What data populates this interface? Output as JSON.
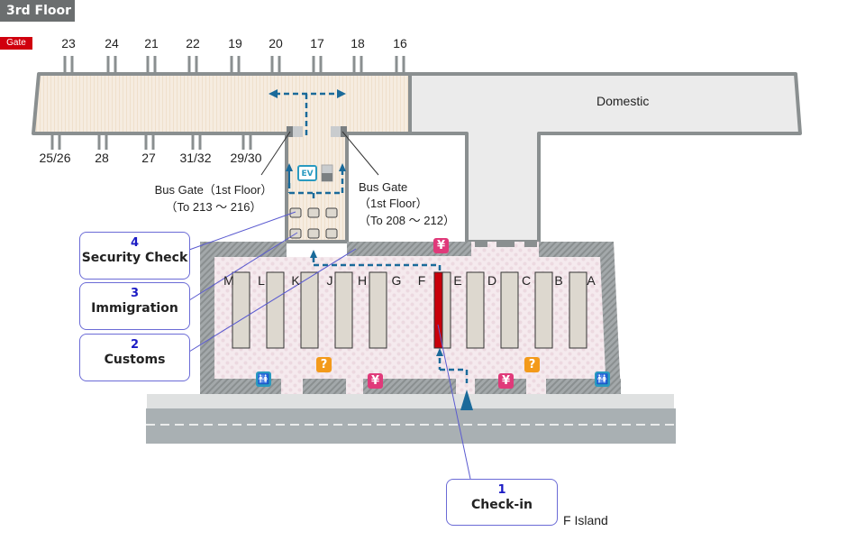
{
  "floor_label": "3rd Floor",
  "gate_badge": "Gate",
  "colors": {
    "wall": "#8a8f90",
    "intl_pier_floor": "#f6ece0",
    "domestic_floor": "#ebebeb",
    "lobby_floor": "#f3e6ea",
    "counter": "#ddd8cf",
    "highlight_counter": "#c8000a",
    "route": "#1a6a9a",
    "callout_line": "#5a5ad0",
    "yen_icon": "#e03a7a",
    "info_icon": "#f39a1a",
    "restroom_icon": "#2a9ac0",
    "road": "#a9b0b3",
    "sidewalk": "#dfe1e1"
  },
  "gates_top": [
    "23",
    "24",
    "21",
    "22",
    "19",
    "20",
    "17",
    "18",
    "16"
  ],
  "gates_bottom": [
    "25/26",
    "28",
    "27",
    "31/32",
    "29/30"
  ],
  "domestic_label": "Domestic",
  "bus_gate_left": {
    "line1": "Bus Gate（1st Floor）",
    "line2": "（To 213 ～ 216）"
  },
  "bus_gate_right": {
    "line1": "Bus Gate",
    "line2": "（1st Floor）",
    "line3": "（To 208 ～ 212）"
  },
  "ev_label": "EV",
  "counters": [
    "M",
    "L",
    "K",
    "J",
    "H",
    "G",
    "F",
    "E",
    "D",
    "C",
    "B",
    "A"
  ],
  "highlighted_counter": "F",
  "callouts": [
    {
      "number": "4",
      "label": "Security Check"
    },
    {
      "number": "3",
      "label": "Immigration"
    },
    {
      "number": "2",
      "label": "Customs"
    },
    {
      "number": "1",
      "label": "Check-in"
    }
  ],
  "checkin_sublabel": "F Island",
  "icons": {
    "yen": "¥",
    "info": "?",
    "restroom": "restroom"
  }
}
